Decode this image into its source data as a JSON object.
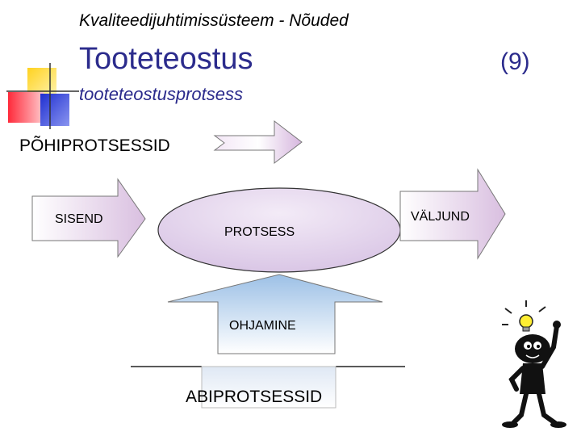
{
  "header": {
    "supertitle": "Kvaliteedijuhtimissüsteem - Nõuded",
    "title": "Tooteteostus",
    "page_number": "(9)",
    "subtitle": "tooteteostusprotsess"
  },
  "diagram": {
    "main_processes_label": "PÕHIPROTSESSID",
    "input_label": "SISEND",
    "process_label": "PROTSESS",
    "output_label": "VÄLJUND",
    "control_label": "OHJAMINE",
    "support_processes_label": "ABIPROTSESSID"
  },
  "colors": {
    "title": "#2b2b8c",
    "arrow_fill_light": "#ffffff",
    "arrow_fill_dark": "#d9bfe0",
    "process_fill": "#dccbe6",
    "control_fill": "#a9c7e8",
    "deco_yellow": "#ffd21f",
    "deco_red": "#ff3344",
    "deco_blue": "#2a3bd8"
  },
  "icons": [
    "lightbulb-idea-figure-icon",
    "decorative-squares-icon"
  ]
}
